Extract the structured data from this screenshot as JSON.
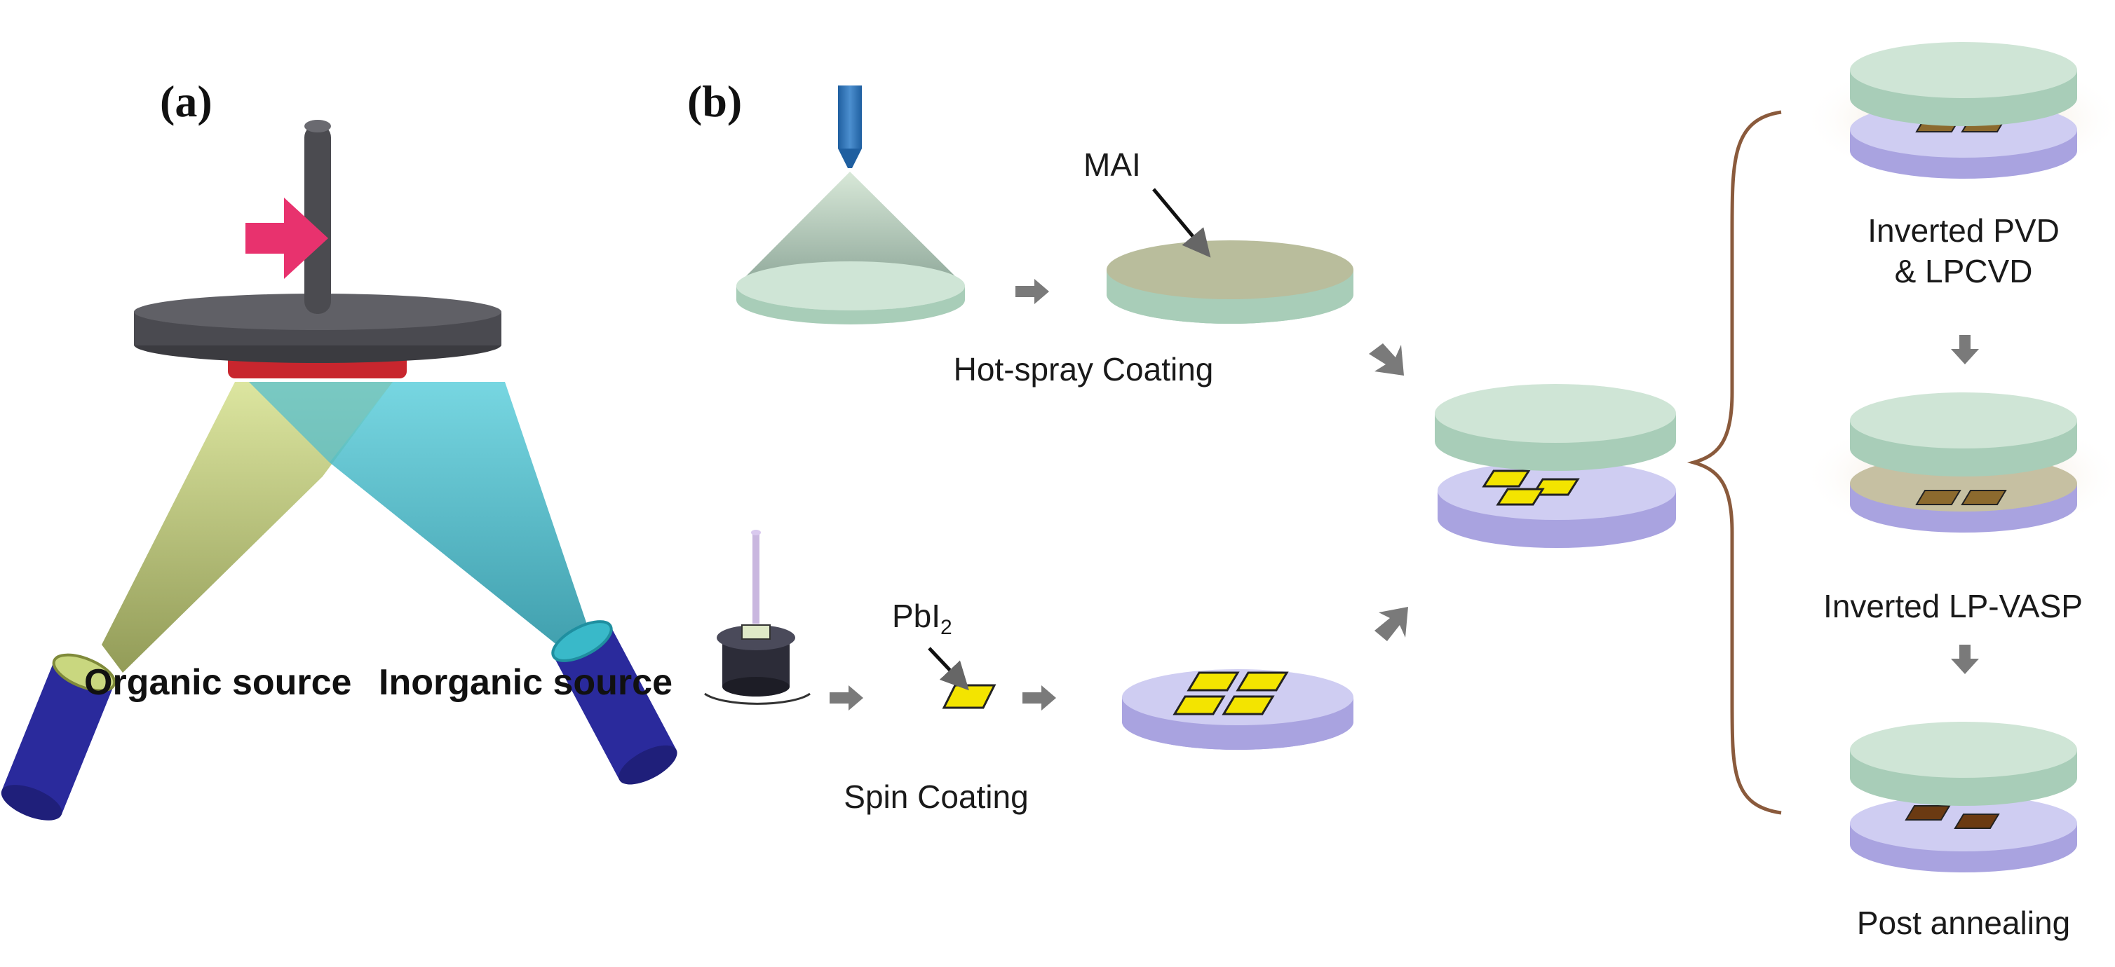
{
  "panels": {
    "a": {
      "label": "(a)",
      "organic_source": "Organic source",
      "inorganic_source": "Inorganic source"
    },
    "b": {
      "label": "(b)",
      "mai_label": "MAI",
      "hot_spray_label": "Hot-spray Coating",
      "pbi2_base": "PbI",
      "pbi2_sub": "2",
      "spin_coating_label": "Spin Coating",
      "inverted_pvd_line1": "Inverted PVD",
      "inverted_pvd_line2": "& LPCVD",
      "inverted_lpvasp_label": "Inverted LP-VASP",
      "post_annealing_label": "Post annealing"
    }
  },
  "colors": {
    "disc_top_green": "#cfe5d6",
    "disc_side_green": "#a8cdb8",
    "disc_top_purple": "#cfcdf2",
    "disc_side_purple": "#a9a3e0",
    "pbi2_yellow": "#f3e400",
    "converted_brown": "#6b3a12",
    "beam_organic": "#c9d77f",
    "beam_inorganic": "#39b9c9",
    "arrow_pink": "#e8326e",
    "source_blue": "#2a2a9c",
    "brace_brown": "#8a5a3c"
  }
}
